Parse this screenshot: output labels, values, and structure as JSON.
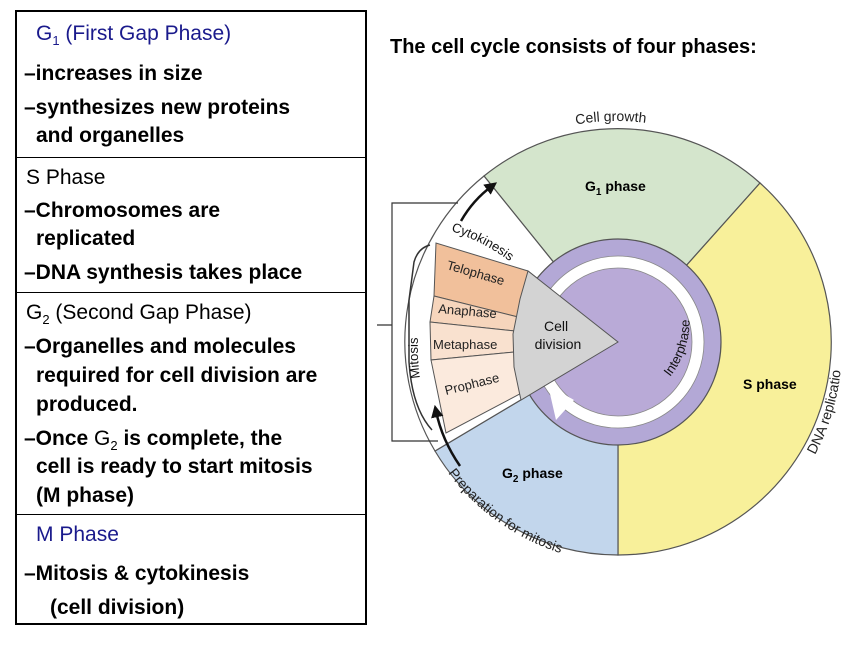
{
  "title": "The cell cycle consists of four phases:",
  "table": {
    "g1": {
      "name": "G",
      "sub": "1",
      "rest": " (First Gap Phase)",
      "items": [
        "–increases in size",
        "–synthesizes new proteins",
        "and organelles"
      ]
    },
    "s": {
      "heading": "S Phase",
      "items": [
        "–Chromosomes are",
        "replicated",
        "–DNA synthesis takes place"
      ]
    },
    "g2": {
      "name": "G",
      "sub": "2",
      "rest": " (Second Gap Phase)",
      "items": [
        "–Organelles and molecules",
        "required for cell division are",
        "produced."
      ],
      "once_prefix": "–Once ",
      "once_g": "G",
      "once_sub": "2",
      "once_rest": " is complete, the",
      "once_items": [
        "cell is ready to start mitosis",
        "(M phase)"
      ]
    },
    "m": {
      "heading": "M Phase",
      "items": [
        "–Mitosis & cytokinesis",
        "(cell division)"
      ]
    }
  },
  "diagram": {
    "cell_growth": "Cell growth",
    "g1_phase": "G",
    "g1_sub": "1",
    "g1_rest": " phase",
    "s_phase": "S phase",
    "g2_phase": "G",
    "g2_sub": "2",
    "g2_rest": " phase",
    "dna_replication": "DNA replication",
    "prep_mitosis": "Preparation for mitosis",
    "interphase": "Interphase",
    "cell_division": [
      "Cell",
      "division"
    ],
    "mitosis": "Mitosis",
    "cytokinesis": "Cytokinesis",
    "stages": [
      "Telophase",
      "Anaphase",
      "Metaphase",
      "Prophase"
    ],
    "colors": {
      "g1": "#d4e5cc",
      "s": "#f8f09a",
      "g2": "#c2d6ec",
      "interphase_ring": "#b3a8d6",
      "inner_disc": "#b9aad7",
      "cell_division": "#d3d3d3",
      "telophase": "#f1c09b",
      "anaphase": "#f6d5bc",
      "metaphase": "#f9e1cf",
      "prophase": "#fbeadd"
    }
  }
}
